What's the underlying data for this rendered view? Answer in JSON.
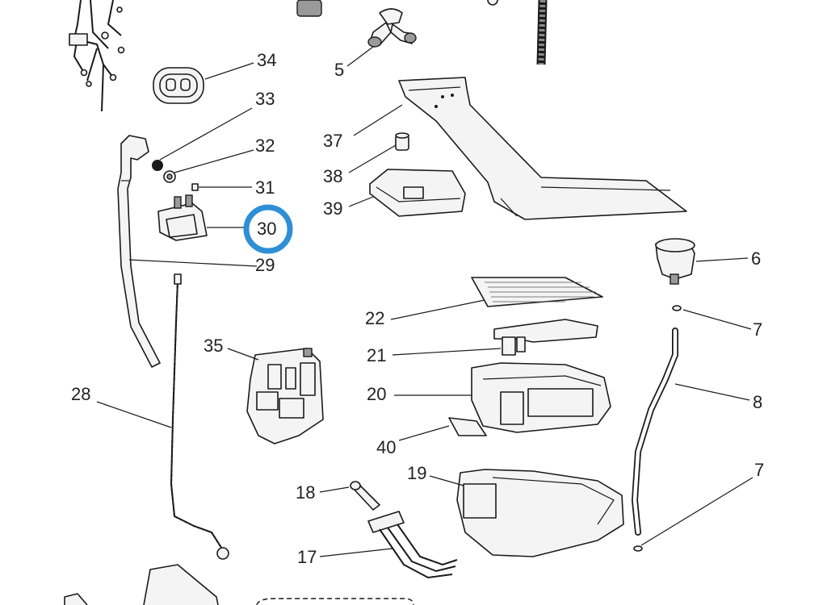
{
  "diagram": {
    "labels": {
      "p5": "5",
      "p6": "6",
      "p7a": "7",
      "p7b": "7",
      "p8": "8",
      "p17": "17",
      "p18": "18",
      "p19": "19",
      "p20": "20",
      "p21": "21",
      "p22": "22",
      "p28": "28",
      "p29": "29",
      "p30": "30",
      "p31": "31",
      "p32": "32",
      "p33": "33",
      "p34": "34",
      "p35": "35",
      "p37": "37",
      "p38": "38",
      "p39": "39",
      "p40": "40"
    },
    "highlighted_part": "30",
    "highlight_color": "#2e8fd6"
  }
}
